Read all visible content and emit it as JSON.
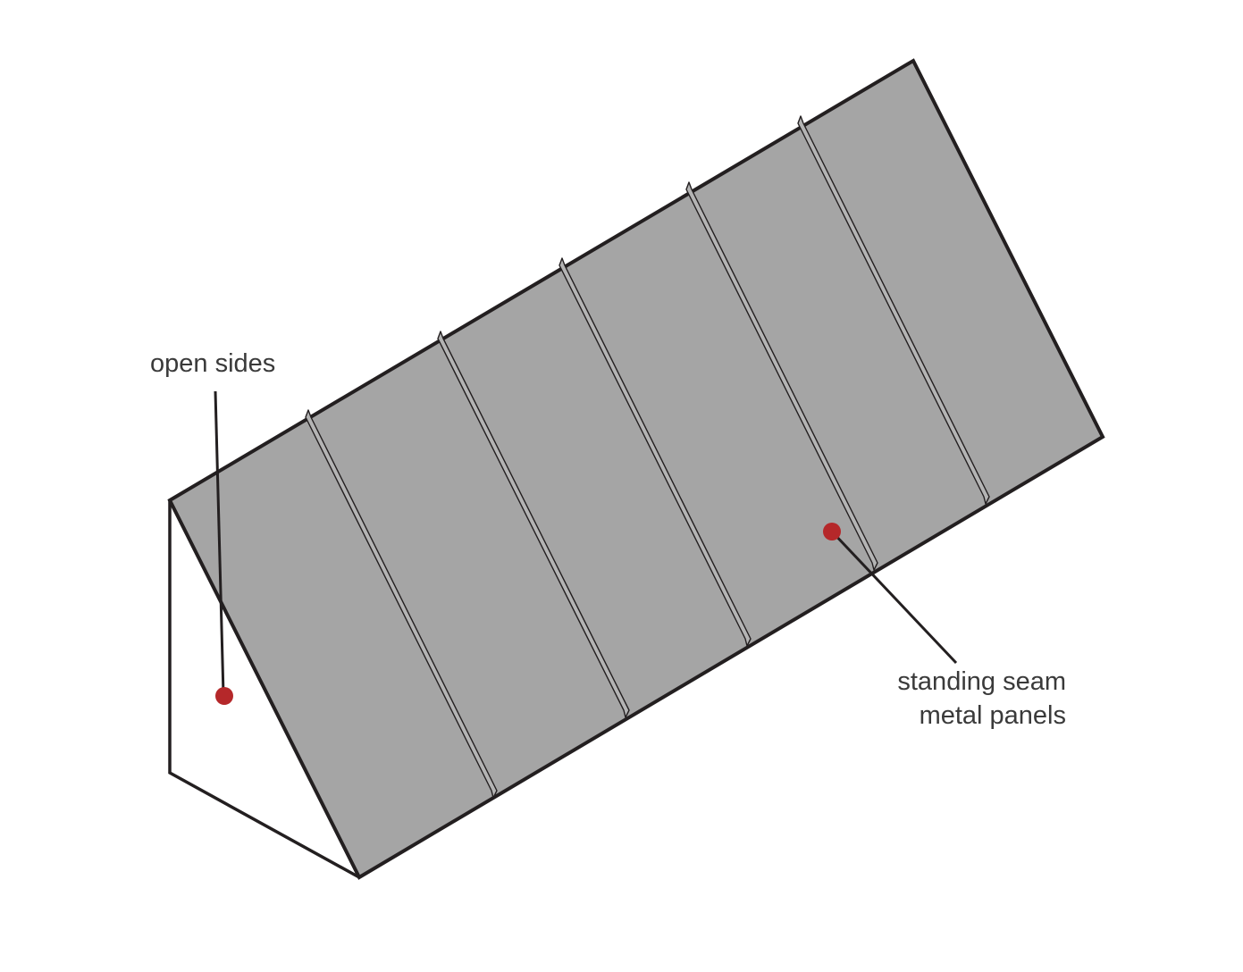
{
  "labels": {
    "open_sides": "open sides",
    "panels_line1": "standing seam",
    "panels_line2": "metal panels"
  },
  "colors": {
    "roof_fill": "#a5a5a5",
    "outline": "#231f20",
    "marker": "#b5282a",
    "text": "#3a3a3a"
  }
}
